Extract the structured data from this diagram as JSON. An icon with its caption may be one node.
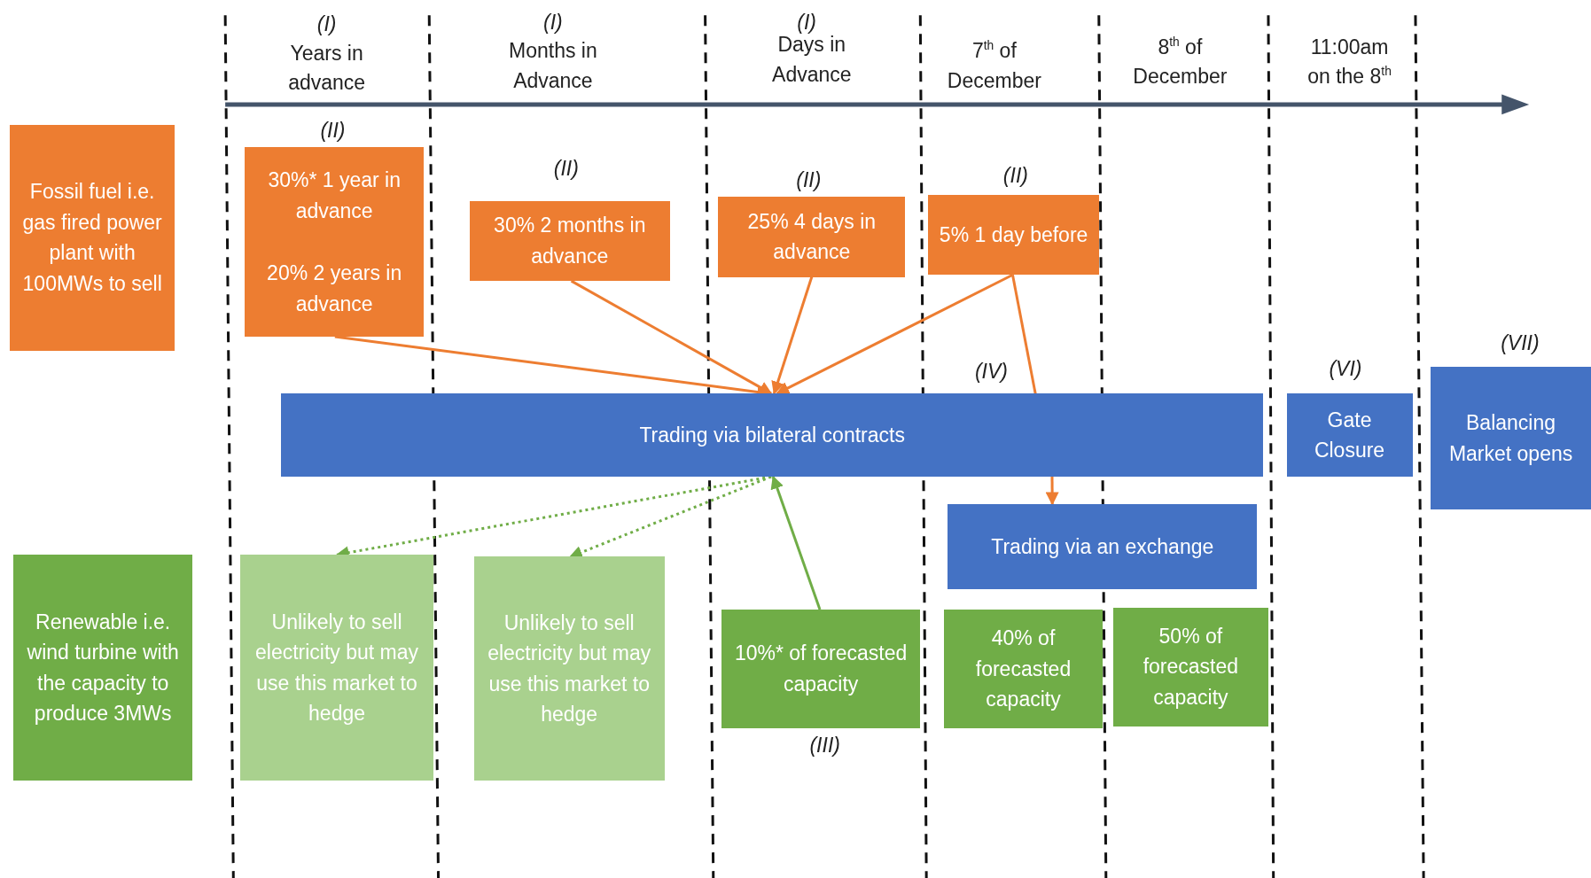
{
  "diagram": {
    "nodes": [
      {
        "text": [
          "Fossil fuel i.e. gas fired power plant with 100MWs to sell"
        ]
      },
      {
        "text": [
          "30%* 1 year in advance",
          "20% 2 years in advance"
        ],
        "beside": [
          "(II)"
        ]
      },
      {
        "text": [
          "30% 2 months in advance"
        ],
        "beside": [
          "(II)"
        ]
      },
      {
        "text": [
          "25% 4 days in advance"
        ],
        "beside": [
          "(II)"
        ]
      },
      {
        "text": [
          "5% 1 day before"
        ],
        "beside": [
          "(II)"
        ]
      },
      {
        "text": [
          "Trading via bilateral contracts"
        ],
        "beside": [
          "(IV)"
        ]
      },
      {
        "text": [
          "Gate Closure"
        ],
        "beside": [
          "(VI)"
        ]
      },
      {
        "text": [
          "Balancing Market opens"
        ],
        "beside": [
          "(VII)"
        ]
      },
      {
        "text": [
          "Trading via an exchange"
        ]
      },
      {
        "text": [
          "Renewable i.e. wind turbine with the capacity to produce 3MWs"
        ]
      },
      {
        "text": [
          "Unlikely to sell electricity but may use this market to hedge"
        ]
      },
      {
        "text": [
          "Unlikely to sell electricity but may use this market to hedge"
        ]
      },
      {
        "text": [
          "10%* of forecasted capacity"
        ],
        "beside": [
          "(III)"
        ]
      },
      {
        "text": [
          "40% of forecasted capacity"
        ]
      },
      {
        "text": [
          "50% of forecasted capacity"
        ]
      }
    ],
    "edges": [
      {
        "from": 1,
        "to": 5,
        "arrow": "to"
      },
      {
        "from": 2,
        "to": 5,
        "arrow": "to"
      },
      {
        "from": 3,
        "to": 5,
        "arrow": "to"
      },
      {
        "from": 4,
        "to": 5,
        "arrow": "to"
      },
      {
        "from": 4,
        "to": 5,
        "arrow": "none"
      },
      {
        "from": 5,
        "to": 8,
        "arrow": "to"
      },
      {
        "from": 5,
        "to": 10,
        "arrow": "to",
        "style": "dashed",
        "color": "#70ad47"
      },
      {
        "from": 5,
        "to": 11,
        "arrow": "to",
        "style": "dashed",
        "color": "#70ad47"
      },
      {
        "from": 12,
        "to": 5,
        "arrow": "to",
        "color": "#70ad47"
      }
    ],
    "labels": [
      "(I)",
      "Years in advance",
      "(I)",
      "Months in Advance",
      "(I)",
      "Days in Advance",
      "7$^{th}$ of December",
      "8$^{th}$ of December",
      "11:00am on the 8$^{th}$"
    ]
  }
}
